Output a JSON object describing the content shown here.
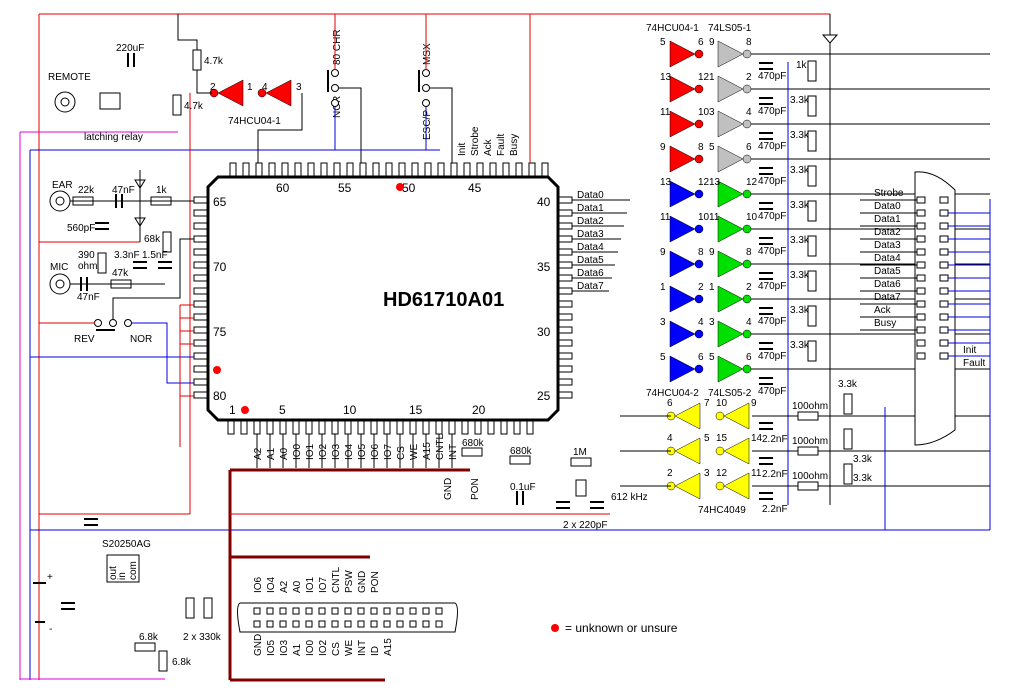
{
  "colors": {
    "vcc": "#e00000",
    "gnd": "#0000e0",
    "relay": "#e000e0",
    "bus": "#800000",
    "wire": "#000000",
    "hcu04_1": "#ff0000",
    "ls05_1": "#c0c0c0",
    "hcu04_2": "#0000ff",
    "ls05_2": "#00e000",
    "hc4049": "#ffff00"
  },
  "main_chip": {
    "name": "HD61710A01",
    "pin_numbers": {
      "top": [
        "60",
        "55",
        "50",
        "45"
      ],
      "left": [
        "65",
        "70",
        "75",
        "80"
      ],
      "right": [
        "40",
        "35",
        "30",
        "25"
      ],
      "bottom": [
        "1",
        "5",
        "10",
        "15",
        "20"
      ]
    },
    "top_signals": [
      "Init",
      "Strobe",
      "Ack",
      "Fault",
      "Busy"
    ],
    "right_signals": [
      "Data0",
      "Data1",
      "Data2",
      "Data3",
      "Data4",
      "Data5",
      "Data6",
      "Data7"
    ],
    "bottom_signals": [
      "A2",
      "A1",
      "A0",
      "IO0",
      "IO1",
      "IO2",
      "IO3",
      "IO4",
      "IO5",
      "IO6",
      "IO7",
      "CS",
      "WE",
      "A15",
      "CNTL",
      "INT"
    ]
  },
  "remote": {
    "label": "REMOTE",
    "relay_label": "latching relay",
    "cap": "220uF",
    "r1": "4.7k",
    "r2": "4.7k",
    "inverter_label": "74HCU04-1",
    "inverter_pins": [
      "2",
      "1",
      "4",
      "3"
    ]
  },
  "switches": {
    "sw1_top": "80 CHR",
    "sw1_bottom": "NOR",
    "sw2_top": "MSX",
    "sw2_bottom": "ESC/P",
    "sw3_left": "REV",
    "sw3_right": "NOR"
  },
  "audio": {
    "ear": "EAR",
    "mic": "MIC",
    "parts": [
      "22k",
      "47nF",
      "1k",
      "560pF",
      "68k",
      "390",
      "ohm",
      "3.3nF",
      "1.5nF",
      "47k",
      "47nF"
    ]
  },
  "drivers": {
    "hcu04_1": "74HCU04-1",
    "ls05_1": "74LS05-1",
    "hcu04_2": "74HCU04-2",
    "ls05_2": "74LS05-2",
    "hc4049": "74HC4049",
    "rows": [
      {
        "a_in": "5",
        "a_out": "6",
        "b_in": "9",
        "b_out": "8",
        "cap": "470pF",
        "res": "1k"
      },
      {
        "a_in": "13",
        "a_out": "12",
        "b_in": "1",
        "b_out": "2",
        "cap": "470pF",
        "res": "3.3k"
      },
      {
        "a_in": "11",
        "a_out": "10",
        "b_in": "3",
        "b_out": "4",
        "cap": "470pF",
        "res": "3.3k"
      },
      {
        "a_in": "9",
        "a_out": "8",
        "b_in": "5",
        "b_out": "6",
        "cap": "470pF",
        "res": "3.3k"
      },
      {
        "a_in": "13",
        "a_out": "12",
        "b_in": "13",
        "b_out": "12",
        "cap": "470pF",
        "res": "3.3k"
      },
      {
        "a_in": "11",
        "a_out": "10",
        "b_in": "11",
        "b_out": "10",
        "cap": "470pF",
        "res": "3.3k"
      },
      {
        "a_in": "9",
        "a_out": "8",
        "b_in": "9",
        "b_out": "8",
        "cap": "470pF",
        "res": "3.3k"
      },
      {
        "a_in": "1",
        "a_out": "2",
        "b_in": "1",
        "b_out": "2",
        "cap": "470pF",
        "res": "3.3k"
      },
      {
        "a_in": "3",
        "a_out": "4",
        "b_in": "3",
        "b_out": "4",
        "cap": "470pF",
        "res": "3.3k"
      },
      {
        "a_in": "5",
        "a_out": "6",
        "b_in": "5",
        "b_out": "6",
        "cap": "470pF",
        "res": ""
      }
    ],
    "input_rows": [
      {
        "a_in": "6",
        "a_out": "7",
        "b_in": "10",
        "b_out": "9",
        "cap": "2.2nF",
        "res": "100ohm",
        "pull": "3.3k"
      },
      {
        "a_in": "4",
        "a_out": "5",
        "b_in": "15",
        "b_out": "14",
        "cap": "2.2nF",
        "res": "100ohm",
        "pull": "3.3k"
      },
      {
        "a_in": "2",
        "a_out": "3",
        "b_in": "12",
        "b_out": "11",
        "cap": "2.2nF",
        "res": "100ohm",
        "pull": "3.3k"
      }
    ]
  },
  "printer_port": {
    "labels": [
      "Strobe",
      "Data0",
      "Data1",
      "Data2",
      "Data3",
      "Data4",
      "Data5",
      "Data6",
      "Data7",
      "Ack",
      "Busy"
    ],
    "right_labels": [
      "Init",
      "Fault"
    ]
  },
  "clock": {
    "r": "680k",
    "r2": "680k",
    "cap": "0.1uF",
    "gnd": "GND",
    "pon": "PON",
    "xtal_r": "1M",
    "caps": "2 x 220pF",
    "freq": "612 kHz"
  },
  "power": {
    "regulator": "S20250AG",
    "reg_pins": [
      "out",
      "in",
      "com"
    ],
    "r1": "6.8k",
    "r2": "6.8k",
    "r3": "2 x 330k",
    "plus": "+",
    "minus": "-"
  },
  "expansion": {
    "top": [
      "IO6",
      "IO4",
      "A2",
      "A0",
      "IO1",
      "IO7",
      "CNTL",
      "PSW",
      "GND",
      "PON"
    ],
    "bottom": [
      "GND",
      "IO5",
      "IO3",
      "A1",
      "IO0",
      "IO2",
      "CS",
      "WE",
      "INT",
      "ID",
      "A15"
    ]
  },
  "legend": {
    "text": "= unknown or unsure"
  }
}
